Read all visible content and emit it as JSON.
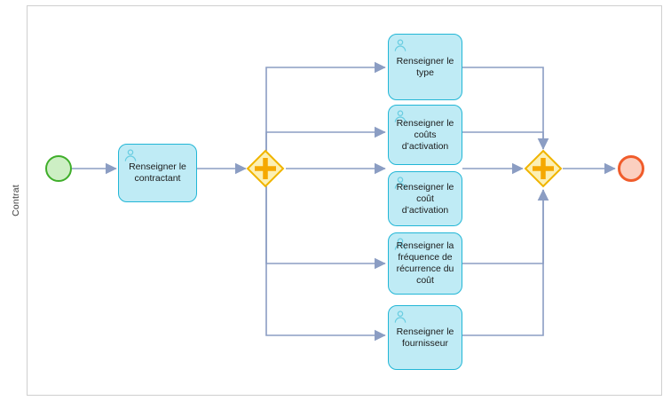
{
  "pool": {
    "label": "Contrat",
    "lane_label": ""
  },
  "diagram": {
    "type": "bpmn-process",
    "start_event": {
      "name": "start-event",
      "shape": "circle",
      "fill": "#CDEFC4",
      "stroke": "#3FAE2A"
    },
    "end_event": {
      "name": "end-event",
      "shape": "circle",
      "fill": "#FBCFC0",
      "stroke": "#F05C2B"
    },
    "gateways": [
      {
        "id": "split",
        "type": "parallel",
        "symbol": "+",
        "fill": "#FCF0B4",
        "stroke": "#F0B400"
      },
      {
        "id": "join",
        "type": "parallel",
        "symbol": "+",
        "fill": "#FCF0B4",
        "stroke": "#F0B400"
      }
    ],
    "first_task": {
      "label": "Renseigner le\ncontractant",
      "icon": "user-task-icon"
    },
    "parallel_tasks": [
      {
        "label": "Renseigner le\ntype",
        "icon": "user-task-icon"
      },
      {
        "label": "Renseigner le\ncoûts\nd’activation",
        "icon": "user-task-icon"
      },
      {
        "label": "Renseigner le\ncoût d’activation",
        "icon": "user-task-icon"
      },
      {
        "label": "Renseigner la\nfréquence de\nrécurrence du\ncoût",
        "icon": "user-task-icon"
      },
      {
        "label": "Renseigner le\nfournisseur",
        "icon": "user-task-icon"
      }
    ],
    "colors": {
      "task_fill": "#BFEBF5",
      "task_stroke": "#22B6D6",
      "gateway_fill": "#FCF0B4",
      "gateway_stroke": "#F0B400",
      "connector": "#8B9DC3",
      "pool_stroke": "#CFCFCF"
    }
  }
}
